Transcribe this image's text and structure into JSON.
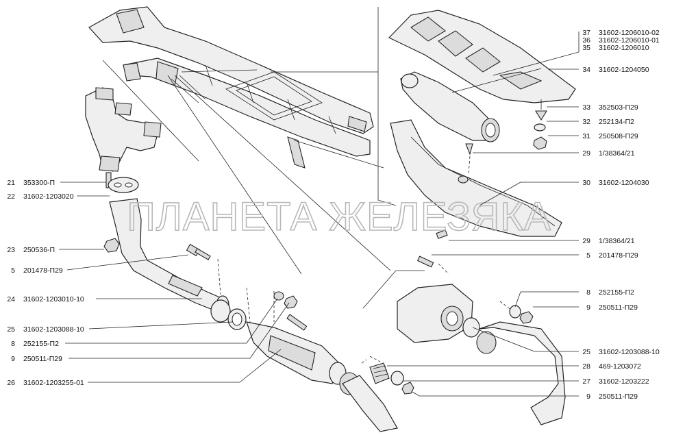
{
  "watermark": "ПЛАНЕТА ЖЕЛЕЗЯКА",
  "callouts_left": [
    {
      "num": "21",
      "code": "353300-П"
    },
    {
      "num": "22",
      "code": "31602-1203020"
    },
    {
      "num": "23",
      "code": "250536-П"
    },
    {
      "num": "5",
      "code": "201478-П29"
    },
    {
      "num": "24",
      "code": "31602-1203010-10"
    },
    {
      "num": "25",
      "code": "31602-1203088-10"
    },
    {
      "num": "8",
      "code": "252155-П2"
    },
    {
      "num": "9",
      "code": "250511-П29"
    },
    {
      "num": "26",
      "code": "31602-1203255-01"
    }
  ],
  "callouts_right": [
    {
      "num": "37",
      "code": "31602-1206010-02"
    },
    {
      "num": "36",
      "code": "31602-1206010-01"
    },
    {
      "num": "35",
      "code": "31602-1206010"
    },
    {
      "num": "34",
      "code": "31602-1204050"
    },
    {
      "num": "33",
      "code": "352503-П29"
    },
    {
      "num": "32",
      "code": "252134-П2"
    },
    {
      "num": "31",
      "code": "250508-П29"
    },
    {
      "num": "29",
      "code": "1/38364/21"
    },
    {
      "num": "30",
      "code": "31602-1204030"
    },
    {
      "num": "29",
      "code": "1/38364/21"
    },
    {
      "num": "5",
      "code": "201478-П29"
    },
    {
      "num": "8",
      "code": "252155-П2"
    },
    {
      "num": "9",
      "code": "250511-П29"
    },
    {
      "num": "25",
      "code": "31602-1203088-10"
    },
    {
      "num": "28",
      "code": "469-1203072"
    },
    {
      "num": "27",
      "code": "31602-1203222"
    },
    {
      "num": "9",
      "code": "250511-П29"
    }
  ]
}
